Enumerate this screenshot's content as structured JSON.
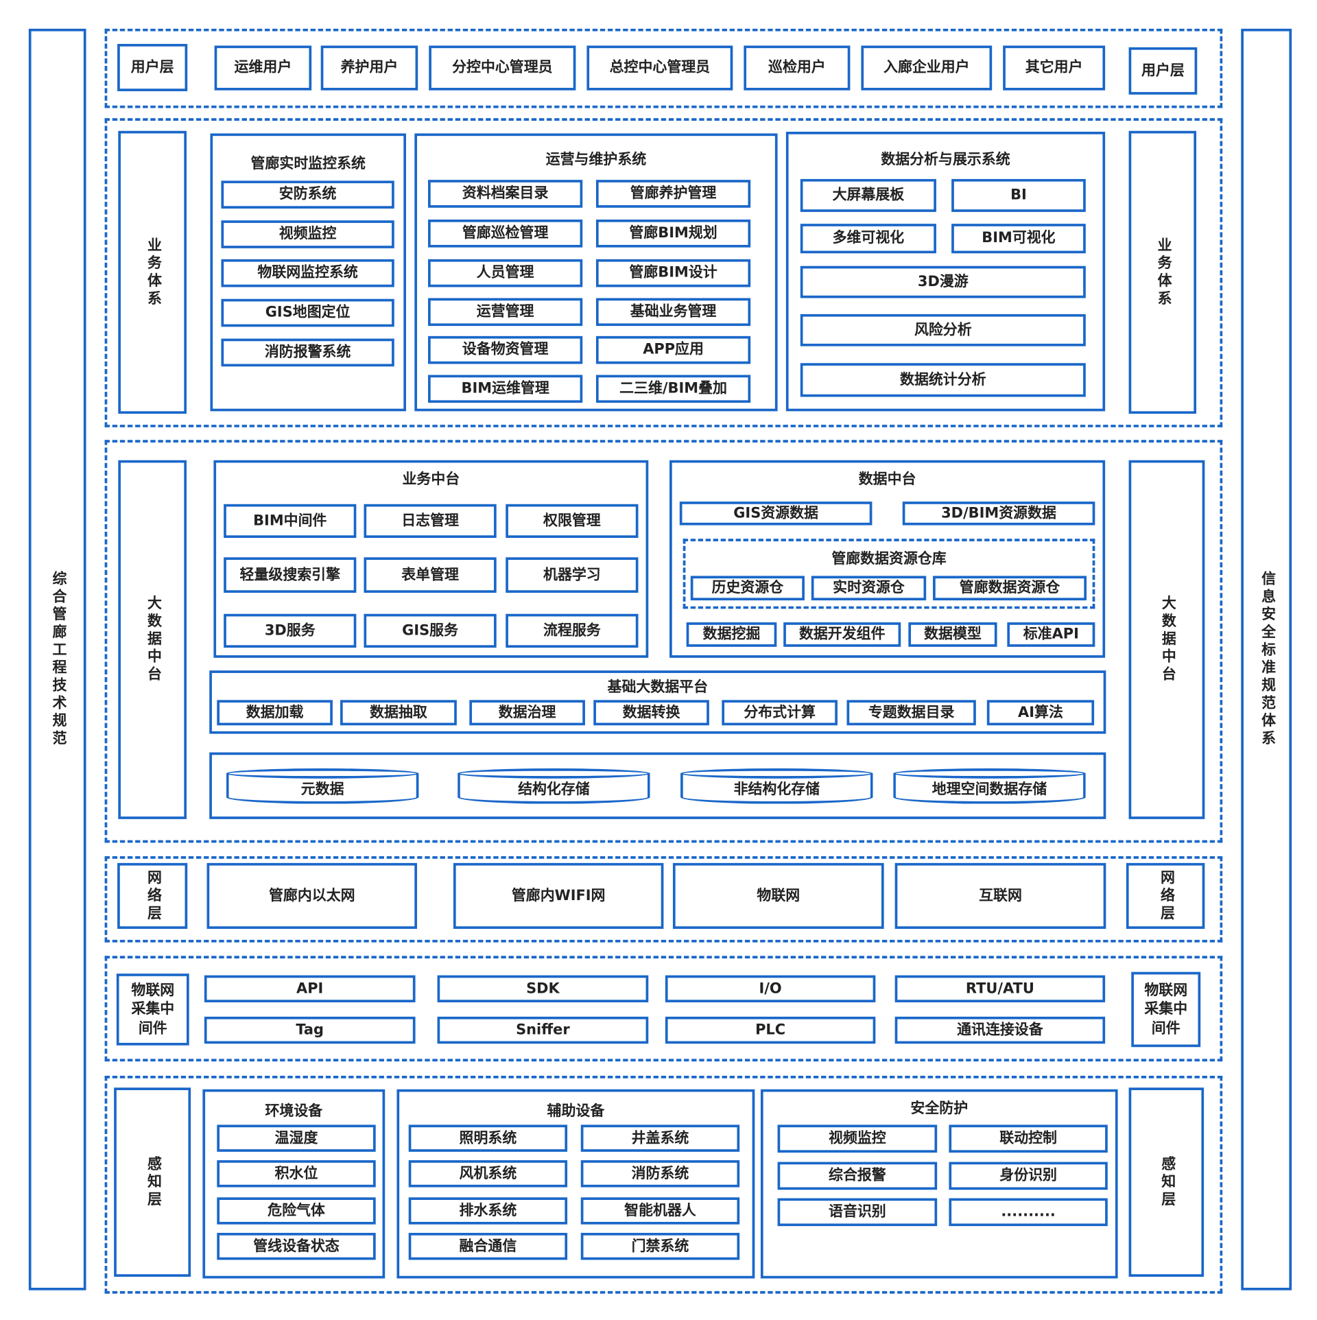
{
  "colors": {
    "accent": "#1a67c9",
    "text": "#222222"
  },
  "sides": {
    "left": "综合管廊工程技术规范",
    "right": "信息安全标准规范体系"
  },
  "user_layer": {
    "label_left": "用户层",
    "label_right": "用户层",
    "items": [
      "运维用户",
      "养护用户",
      "分控中心管理员",
      "总控中心管理员",
      "巡检用户",
      "入廊企业用户",
      "其它用户"
    ]
  },
  "business": {
    "label_left": "业务体系",
    "label_right": "业务体系",
    "monitor": {
      "title": "管廊实时监控系统",
      "items": [
        "安防系统",
        "视频监控",
        "物联网监控系统",
        "GIS地图定位",
        "消防报警系统"
      ]
    },
    "ops": {
      "title": "运营与维护系统",
      "items": [
        "资料档案目录",
        "管廊养护管理",
        "管廊巡检管理",
        "管廊BIM规划",
        "人员管理",
        "管廊BIM设计",
        "运营管理",
        "基础业务管理",
        "设备物资管理",
        "APP应用",
        "BIM运维管理",
        "二三维/BIM叠加"
      ]
    },
    "analysis": {
      "title": "数据分析与展示系统",
      "items": [
        "大屏幕展板",
        "BI",
        "多维可视化",
        "BIM可视化",
        "3D漫游",
        "风险分析",
        "数据统计分析"
      ]
    }
  },
  "bigdata": {
    "label_left": "大数据中台",
    "label_right": "大数据中台",
    "biz": {
      "title": "业务中台",
      "items": [
        "BIM中间件",
        "日志管理",
        "权限管理",
        "轻量级搜索引擎",
        "表单管理",
        "机器学习",
        "3D服务",
        "GIS服务",
        "流程服务"
      ]
    },
    "data": {
      "title": "数据中台",
      "items": [
        "GIS资源数据",
        "3D/BIM资源数据"
      ],
      "warehouse": {
        "title": "管廊数据资源仓库",
        "items": [
          "历史资源仓",
          "实时资源仓",
          "管廊数据资源仓"
        ]
      },
      "tools": [
        "数据挖掘",
        "数据开发组件",
        "数据模型",
        "标准API"
      ]
    },
    "platform": {
      "title": "基础大数据平台",
      "items": [
        "数据加载",
        "数据抽取",
        "数据治理",
        "数据转换",
        "分布式计算",
        "专题数据目录",
        "AI算法"
      ]
    },
    "storage": [
      "元数据",
      "结构化存储",
      "非结构化存储",
      "地理空间数据存储"
    ]
  },
  "network": {
    "label_left": "网络层",
    "label_right": "网络层",
    "items": [
      "管廊内以太网",
      "管廊内WIFI网",
      "物联网",
      "互联网"
    ]
  },
  "iot": {
    "label_left": "物联网采集中间件",
    "label_right": "物联网采集中间件",
    "items": [
      "API",
      "SDK",
      "I/O",
      "RTU/ATU",
      "Tag",
      "Sniffer",
      "PLC",
      "通讯连接设备"
    ]
  },
  "perception": {
    "label_left": "感知层",
    "label_right": "感知层",
    "env": {
      "title": "环境设备",
      "items": [
        "温湿度",
        "积水位",
        "危险气体",
        "管线设备状态"
      ]
    },
    "aux": {
      "title": "辅助设备",
      "items": [
        "照明系统",
        "井盖系统",
        "风机系统",
        "消防系统",
        "排水系统",
        "智能机器人",
        "融合通信",
        "门禁系统"
      ]
    },
    "security": {
      "title": "安全防护",
      "items": [
        "视频监控",
        "联动控制",
        "综合报警",
        "身份识别",
        "语音识别",
        ".........."
      ]
    }
  }
}
